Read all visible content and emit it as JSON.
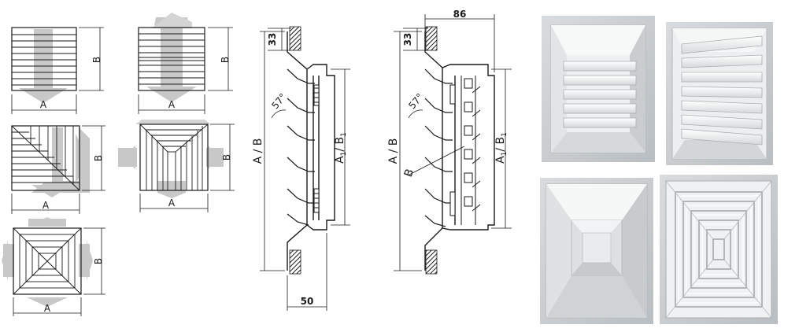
{
  "labels": {
    "width": "A",
    "height": "B",
    "section_height": "A / B",
    "inner_height_main": "A",
    "inner_height_sub": "1",
    "inner_height_slash": "/ B",
    "angle": "57°",
    "blade": "B"
  },
  "dimensions": {
    "mount_depth": "33",
    "depth_single": "50",
    "depth_double": "86"
  },
  "colors": {
    "line": "#1a1a1a",
    "arrow": "#c8c8c8",
    "photo_bg": "#cfd3d6",
    "grille": "#f2f3f3"
  }
}
